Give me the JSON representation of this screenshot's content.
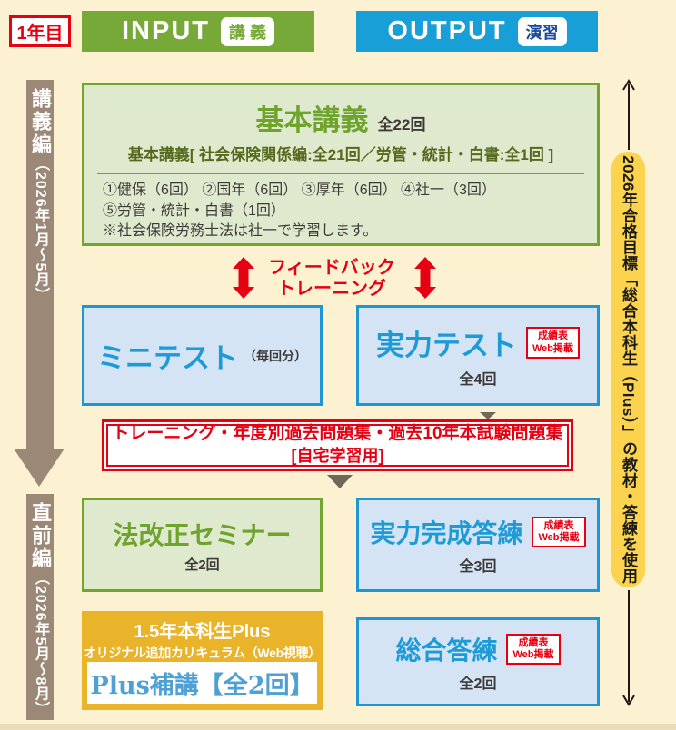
{
  "header": {
    "year_label": "1年目",
    "input": {
      "label": "INPUT",
      "badge": "講 義"
    },
    "output": {
      "label": "OUTPUT",
      "badge": "演習"
    }
  },
  "left_rail": {
    "phase1": {
      "title": "講義編",
      "period": "（2026年1月～5月）"
    },
    "phase2": {
      "title": "直前編",
      "period": "（2026年5月～8月）"
    }
  },
  "right_rail": {
    "label": "2026年合格目標「総合本科生（Plus）」の教材・答練を使用"
  },
  "boxes": {
    "kihon": {
      "title": "基本講義",
      "count": "全22回",
      "subtitle": "基本講義[ 社会保険関係編:全21回／労管・統計・白書:全1回 ]",
      "line1": "①健保（6回） ②国年（6回） ③厚年（6回） ④社一（3回）",
      "line2": "⑤労管・統計・白書（1回）",
      "note": "※社会保険労務士法は社一で学習します。"
    },
    "feedback": {
      "line1": "フィードバック",
      "line2": "トレーニング"
    },
    "mini_test": {
      "title": "ミニテスト",
      "suffix": "（毎回分）"
    },
    "jitsuryoku_test": {
      "title": "実力テスト",
      "count": "全4回"
    },
    "training": {
      "line1": "トレーニング・年度別過去問題集・過去10年本試験問題集",
      "line2": "[自宅学習用]"
    },
    "houkaisei": {
      "title": "法改正セミナー",
      "count": "全2回"
    },
    "jitsuryoku_kansei": {
      "title": "実力完成答練",
      "count": "全3回"
    },
    "plus": {
      "line1": "1.5年本科生Plus",
      "line2": "オリジナル追加カリキュラム（Web視聴）",
      "inner": "Plus補講【全2回】"
    },
    "sougou": {
      "title": "総合答練",
      "count": "全2回"
    }
  },
  "score_badge": {
    "line1": "成績表",
    "line2": "Web掲載"
  },
  "colors": {
    "background": "#FCF2D2",
    "accent_red": "#E60012",
    "input_green": "#76A937",
    "green_border": "#72A52E",
    "green_fill": "#DFE9CE",
    "green_text": "#6EA32D",
    "output_blue": "#199FD8",
    "blue_border": "#1E96D1",
    "blue_fill": "#D4E4F5",
    "blue_text": "#1E9BD7",
    "rail_taupe": "#9C8877",
    "plus_gold": "#E9B32A",
    "pill_yellow": "#FBD34F",
    "dark_text": "#3E3A39"
  }
}
